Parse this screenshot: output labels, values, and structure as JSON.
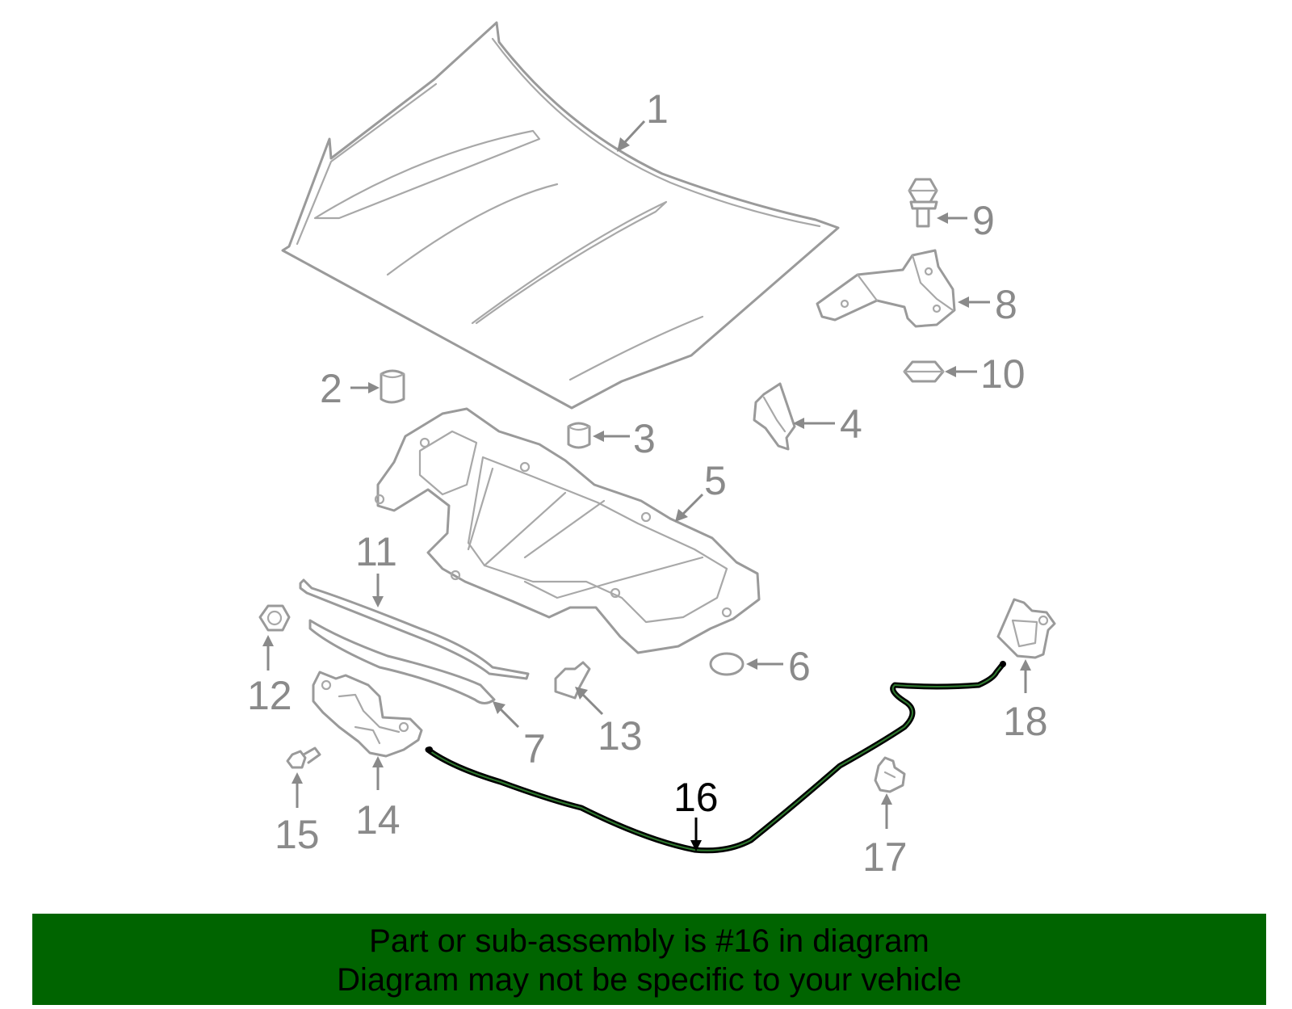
{
  "callouts": [
    {
      "number": "1",
      "highlighted": false
    },
    {
      "number": "2",
      "highlighted": false
    },
    {
      "number": "3",
      "highlighted": false
    },
    {
      "number": "4",
      "highlighted": false
    },
    {
      "number": "5",
      "highlighted": false
    },
    {
      "number": "6",
      "highlighted": false
    },
    {
      "number": "7",
      "highlighted": false
    },
    {
      "number": "8",
      "highlighted": false
    },
    {
      "number": "9",
      "highlighted": false
    },
    {
      "number": "10",
      "highlighted": false
    },
    {
      "number": "11",
      "highlighted": false
    },
    {
      "number": "12",
      "highlighted": false
    },
    {
      "number": "13",
      "highlighted": false
    },
    {
      "number": "14",
      "highlighted": false
    },
    {
      "number": "15",
      "highlighted": false
    },
    {
      "number": "16",
      "highlighted": true
    },
    {
      "number": "17",
      "highlighted": false
    },
    {
      "number": "18",
      "highlighted": false
    }
  ],
  "banner": {
    "line1": "Part or sub-assembly is #16 in diagram",
    "line2": "Diagram may not be specific to your vehicle",
    "background": "#006400"
  },
  "colors": {
    "part_line": "#9a9a9a",
    "label": "#8a8a8a",
    "highlight": "#000000"
  }
}
